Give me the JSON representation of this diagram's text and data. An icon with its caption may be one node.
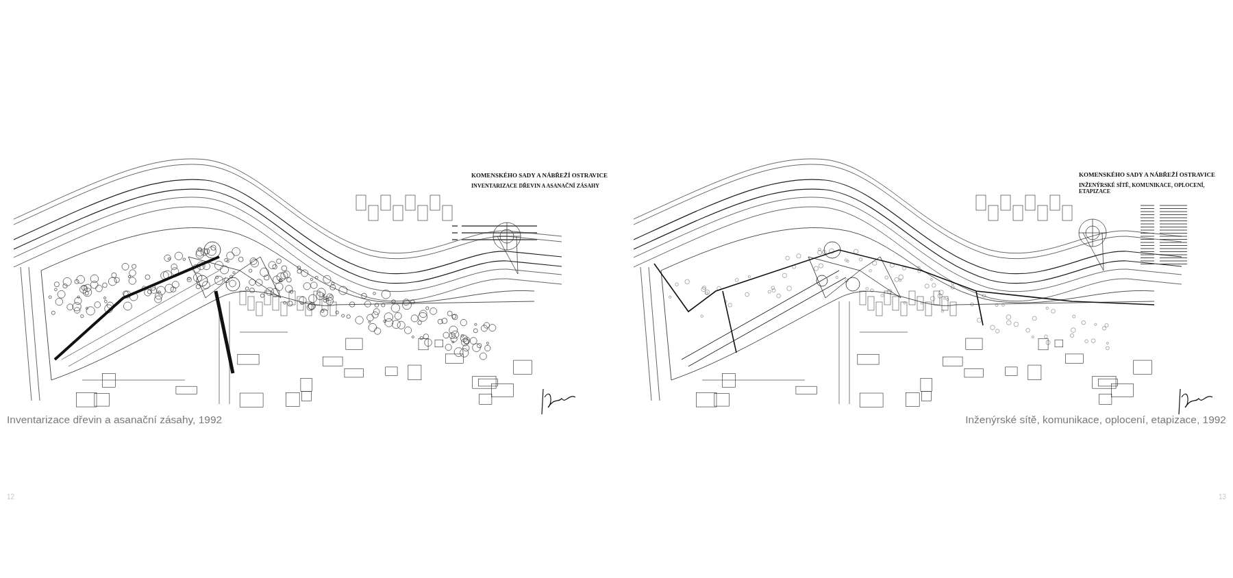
{
  "diagram": {
    "labels": [
      "KOMENSKÉHO SADY A NÁBŘEŽÍ OSTRAVICE",
      "INVENTARIZACE DŘEVIN A ASANAČNÍ ZÁSAHY",
      "Inventarizace dřevin a asanační zásahy, 1992",
      "12",
      "KOMENSKÉHO SADY A NÁBŘEŽÍ OSTRAVICE",
      "INŽENÝRSKÉ SÍTĚ, KOMUNIKACE, OPLOCENÍ, ETAPIZACE",
      "Inženýrské sítě, komunikace, oplocení, etapizace, 1992",
      "13"
    ]
  }
}
